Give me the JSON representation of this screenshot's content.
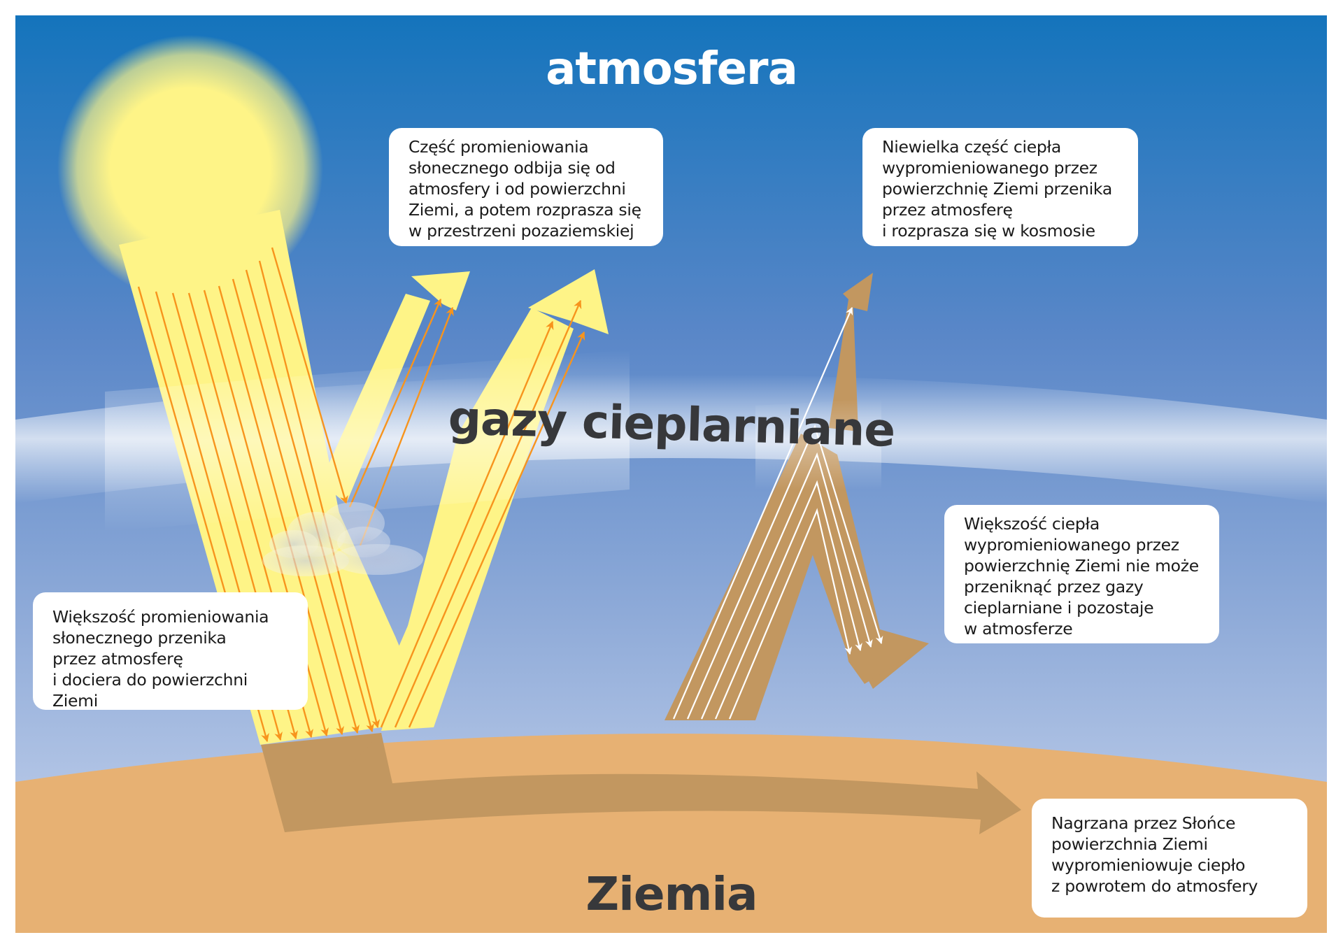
{
  "titles": {
    "atmosphere": "atmosfera",
    "greenhouse_gases": "gazy cieplarniane",
    "earth": "Ziemia"
  },
  "labels": {
    "reflected": "Część promieniowania\nsłonecznego odbija się od\natmosfery i od powierzchni\nZiemi, a potem rozprasza się\nw przestrzeni pozaziemskiej",
    "escaped_heat": "Niewielka część ciepła\nwypromieniowanego przez\npowierzchnię Ziemi przenika\nprzez atmosferę\ni rozprasza się w kosmosie",
    "trapped_heat": "Większość ciepła\nwypromieniowanego przez\npowierzchnię Ziemi nie może\nprzeniknąć przez gazy\ncieplarniane i pozostaje\nw atmosferze",
    "absorbed": "Większość promieniowania\nsłonecznego przenika\nprzez atmosferę\ni dociera do powierzchni Ziemi",
    "reradiated": "Nagrzana przez Słońce\npowierzchnia Ziemi\nwypromieniowuje ciepło\nz powrotem do atmosfery"
  },
  "colors": {
    "sky_top": "#1474bc",
    "sky_mid": "#6a93cc",
    "sky_bottom": "#c9d5ee",
    "haze_band": "#e4ebf7",
    "sun": "#fef487",
    "sunbeam": "#fef487",
    "ray_line": "#f7941d",
    "ground": "#e7b173",
    "heat_arrow": "#c29760",
    "heat_ray_line": "#ffffff",
    "text_dark": "#37383b",
    "text_light": "#ffffff",
    "label_bg": "#ffffff"
  }
}
